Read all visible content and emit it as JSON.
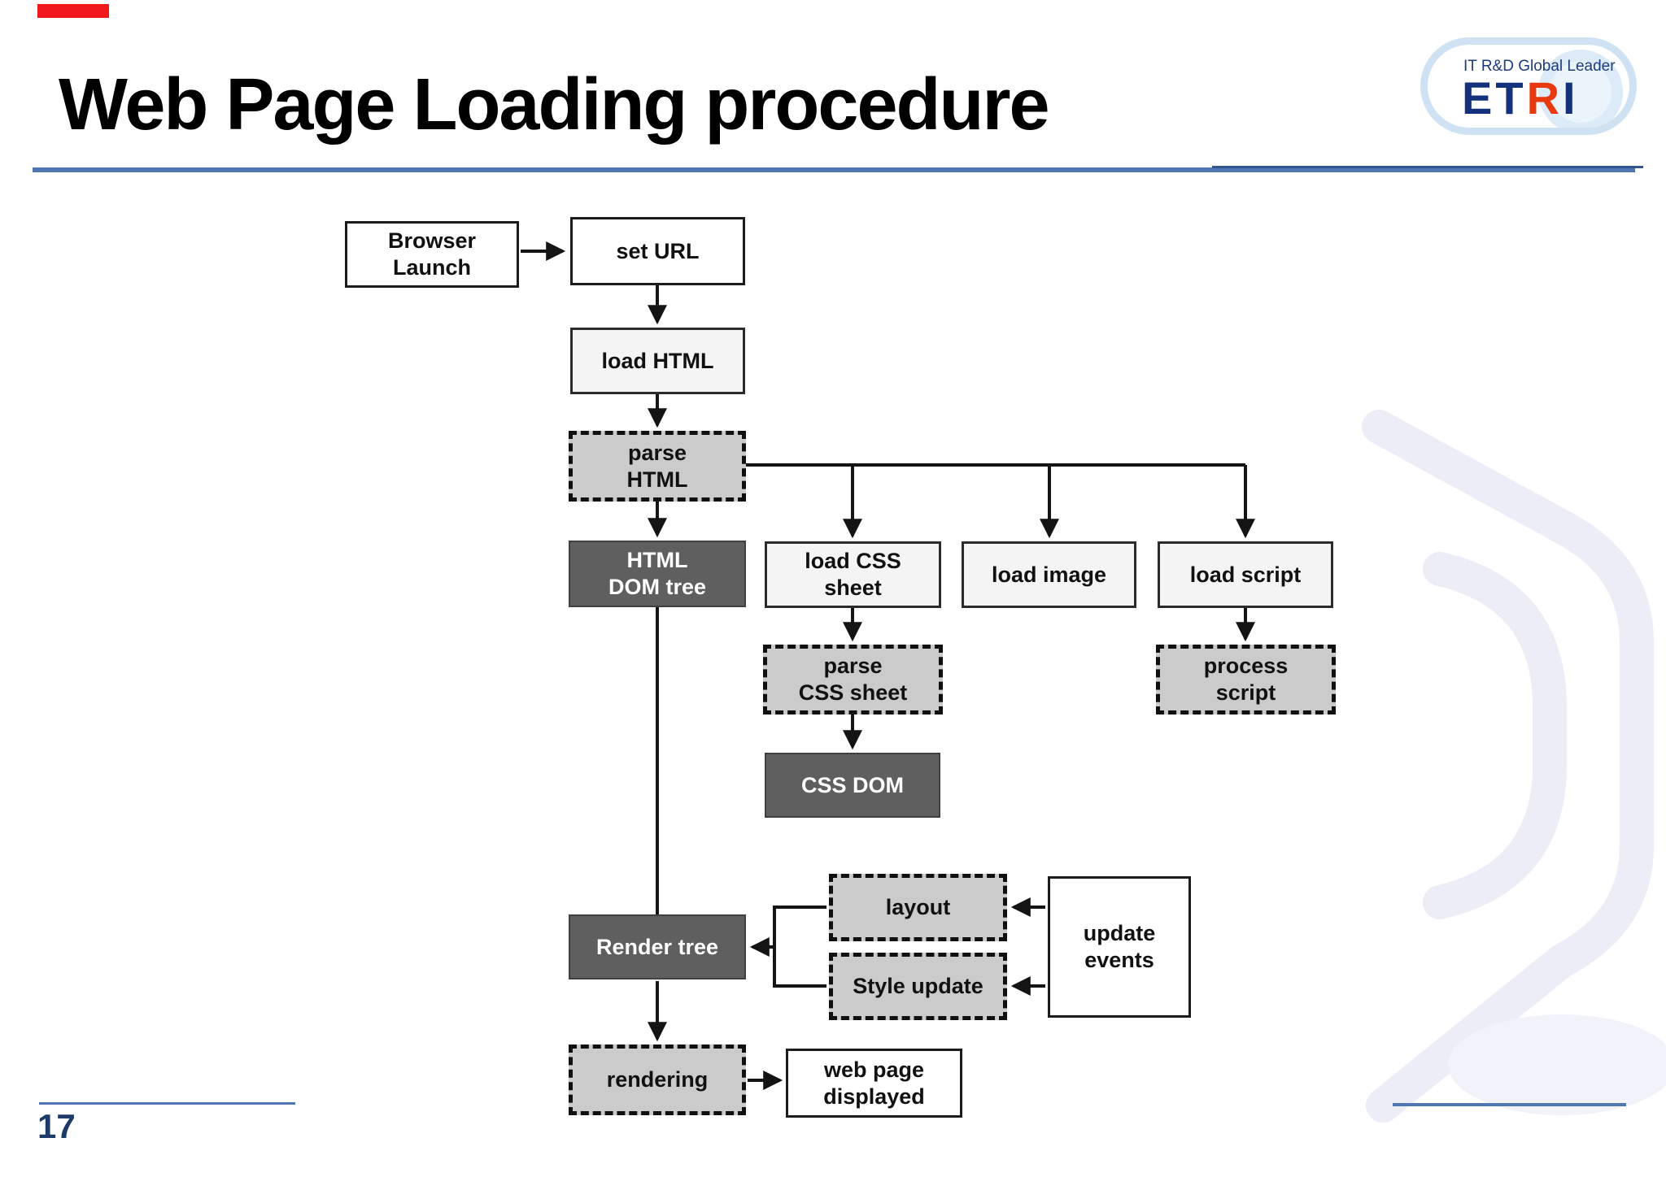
{
  "slide": {
    "title": "Web Page Loading procedure",
    "page_number": "17"
  },
  "header": {
    "logo": {
      "tagline": "IT R&D Global Leader",
      "et": "ET",
      "r": "R",
      "i": "I"
    }
  },
  "colors": {
    "accent_rule_blue": "#4d76b2",
    "page_number_navy": "#1d3a69",
    "logo_navy": "#14327c",
    "logo_red": "#e83a0e",
    "red_bar": "#f2191c",
    "box_dashed_fill": "#cbcbcb",
    "box_dark_fill": "#5f5f5f",
    "box_light_fill": "#f4f4f4",
    "watermark_lavender": "#ededf8"
  },
  "diagram": {
    "nodes": [
      {
        "id": "browser-launch",
        "label": "Browser\nLaunch",
        "style": "white"
      },
      {
        "id": "set-url",
        "label": "set URL",
        "style": "white"
      },
      {
        "id": "load-html",
        "label": "load HTML",
        "style": "light"
      },
      {
        "id": "parse-html",
        "label": "parse\nHTML",
        "style": "dashed"
      },
      {
        "id": "html-dom-tree",
        "label": "HTML\nDOM tree",
        "style": "dark"
      },
      {
        "id": "load-css-sheet",
        "label": "load CSS\nsheet",
        "style": "light"
      },
      {
        "id": "load-image",
        "label": "load image",
        "style": "light"
      },
      {
        "id": "load-script",
        "label": "load script",
        "style": "light"
      },
      {
        "id": "parse-css-sheet",
        "label": "parse\nCSS sheet",
        "style": "dashed"
      },
      {
        "id": "css-dom",
        "label": "CSS DOM",
        "style": "dark"
      },
      {
        "id": "process-script",
        "label": "process\nscript",
        "style": "dashed"
      },
      {
        "id": "layout",
        "label": "layout",
        "style": "dashed"
      },
      {
        "id": "render-tree",
        "label": "Render tree",
        "style": "dark"
      },
      {
        "id": "style-update",
        "label": "Style update",
        "style": "dashed"
      },
      {
        "id": "update-events",
        "label": "update\nevents",
        "style": "white"
      },
      {
        "id": "rendering",
        "label": "rendering",
        "style": "dashed"
      },
      {
        "id": "web-page-displayed",
        "label": "web page\ndisplayed",
        "style": "white"
      }
    ],
    "edges": [
      "Browser Launch -> set URL",
      "set URL -> load HTML",
      "load HTML -> parse HTML",
      "parse HTML -> HTML DOM tree",
      "parse HTML -> load CSS sheet",
      "parse HTML -> load image",
      "parse HTML -> load script",
      "load CSS sheet -> parse CSS sheet",
      "parse CSS sheet -> CSS DOM",
      "load script -> process script",
      "HTML DOM tree -> Render tree",
      "layout -> Render tree",
      "Style update -> Render tree",
      "update events -> layout",
      "update events -> Style update",
      "Render tree -> rendering",
      "rendering -> web page displayed"
    ]
  }
}
